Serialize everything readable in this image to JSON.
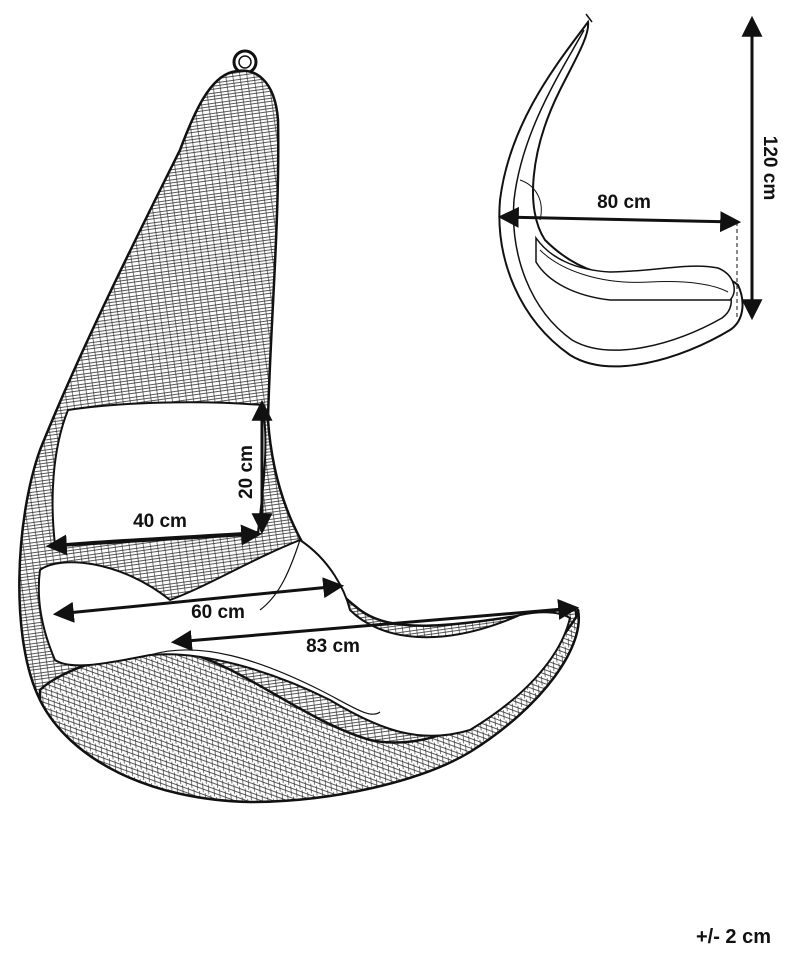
{
  "dimensions": {
    "cushion_width": "40 cm",
    "cushion_height": "20 cm",
    "seat_width": "60 cm",
    "seat_depth": "83 cm",
    "side_depth": "80 cm",
    "total_height": "120 cm"
  },
  "tolerance": "+/- 2 cm",
  "colors": {
    "line": "#111111",
    "background": "#ffffff"
  }
}
